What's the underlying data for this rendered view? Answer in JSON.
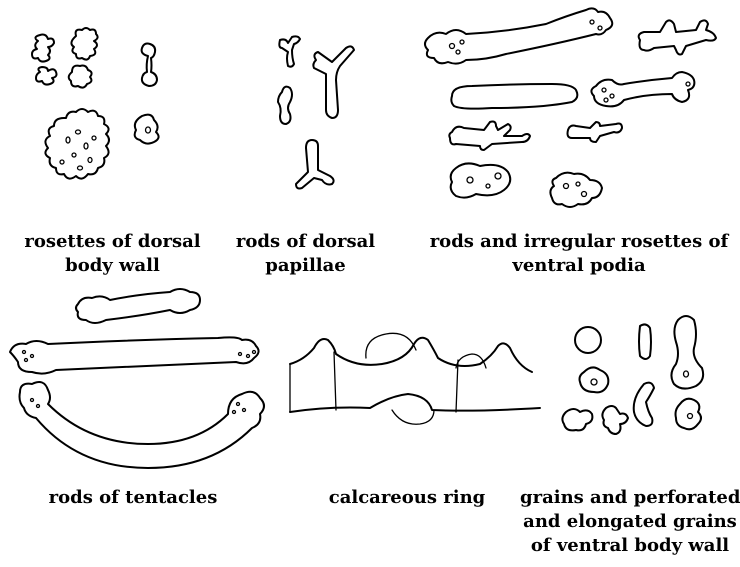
{
  "figure": {
    "captions": {
      "rosettes": [
        "rosettes of dorsal",
        "body wall"
      ],
      "papillae": [
        "rods of dorsal",
        "papillae"
      ],
      "podia": [
        "rods and irregular rosettes of",
        "ventral podia"
      ],
      "tentacles": [
        "rods of tentacles"
      ],
      "ring": [
        "calcareous ring"
      ],
      "grains": [
        "grains and perforated",
        "and elongated grains",
        "of ventral body wall"
      ]
    }
  }
}
